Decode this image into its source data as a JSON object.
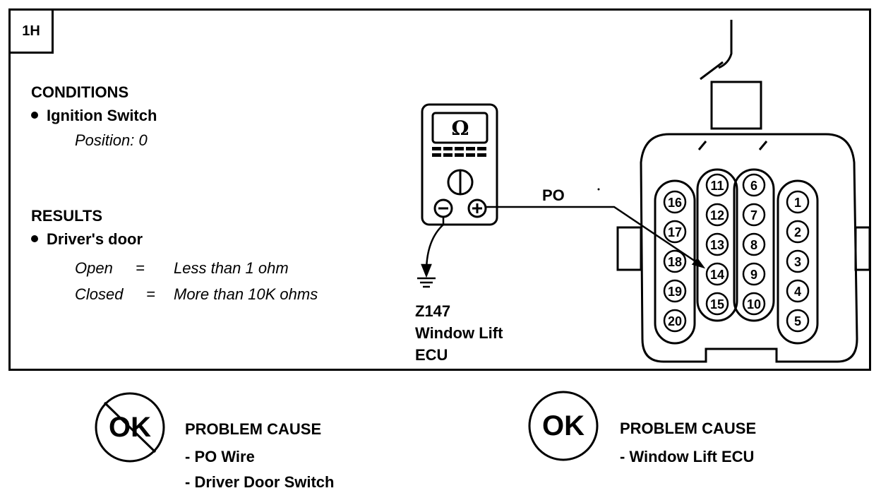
{
  "step": "1H",
  "conditions": {
    "heading": "CONDITIONS",
    "item": "Ignition Switch",
    "detail": "Position: 0"
  },
  "results": {
    "heading": "RESULTS",
    "item": "Driver's door",
    "rows": [
      {
        "state": "Open",
        "sign": "=",
        "value": "Less than 1 ohm"
      },
      {
        "state": "Closed",
        "sign": "=",
        "value": "More than 10K ohms"
      }
    ]
  },
  "meter": {
    "symbol": "Ω",
    "neg": "⊖",
    "pos": "⊕"
  },
  "wire_label": "PO",
  "component": {
    "line1": "Z147",
    "line2": "Window Lift",
    "line3": "ECU"
  },
  "connector": {
    "pins_left": [
      "16",
      "17",
      "18",
      "19",
      "20"
    ],
    "pins_mid_left": [
      "11",
      "12",
      "13",
      "14",
      "15"
    ],
    "pins_mid_right": [
      "6",
      "7",
      "8",
      "9",
      "10"
    ],
    "pins_right": [
      "1",
      "2",
      "3",
      "4",
      "5"
    ]
  },
  "not_ok": {
    "badge": "OK",
    "title": "PROBLEM CAUSE",
    "items": [
      "- PO Wire",
      "- Driver Door Switch"
    ]
  },
  "ok": {
    "badge": "OK",
    "title": "PROBLEM CAUSE",
    "items": [
      "- Window Lift ECU"
    ]
  }
}
